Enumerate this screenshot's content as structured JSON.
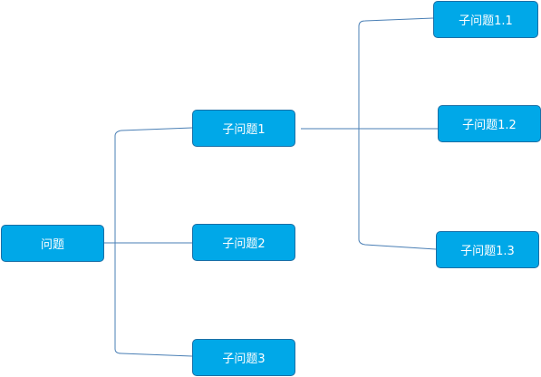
{
  "diagram": {
    "nodes": {
      "root": {
        "label": "问题"
      },
      "n1": {
        "label": "子问题1"
      },
      "n2": {
        "label": "子问题2"
      },
      "n3": {
        "label": "子问题3"
      },
      "n1_1": {
        "label": "子问题1.1"
      },
      "n1_2": {
        "label": "子问题1.2"
      },
      "n1_3": {
        "label": "子问题1.3"
      }
    },
    "edges": [
      {
        "from": "root",
        "to": "n1"
      },
      {
        "from": "root",
        "to": "n2"
      },
      {
        "from": "root",
        "to": "n3"
      },
      {
        "from": "n1",
        "to": "n1_1"
      },
      {
        "from": "n1",
        "to": "n1_2"
      },
      {
        "from": "n1",
        "to": "n1_3"
      }
    ],
    "colors": {
      "node_fill": "#00a8e8",
      "node_border": "#1b6fa6",
      "node_text": "#ffffff",
      "connector": "#4a7fb5"
    }
  }
}
